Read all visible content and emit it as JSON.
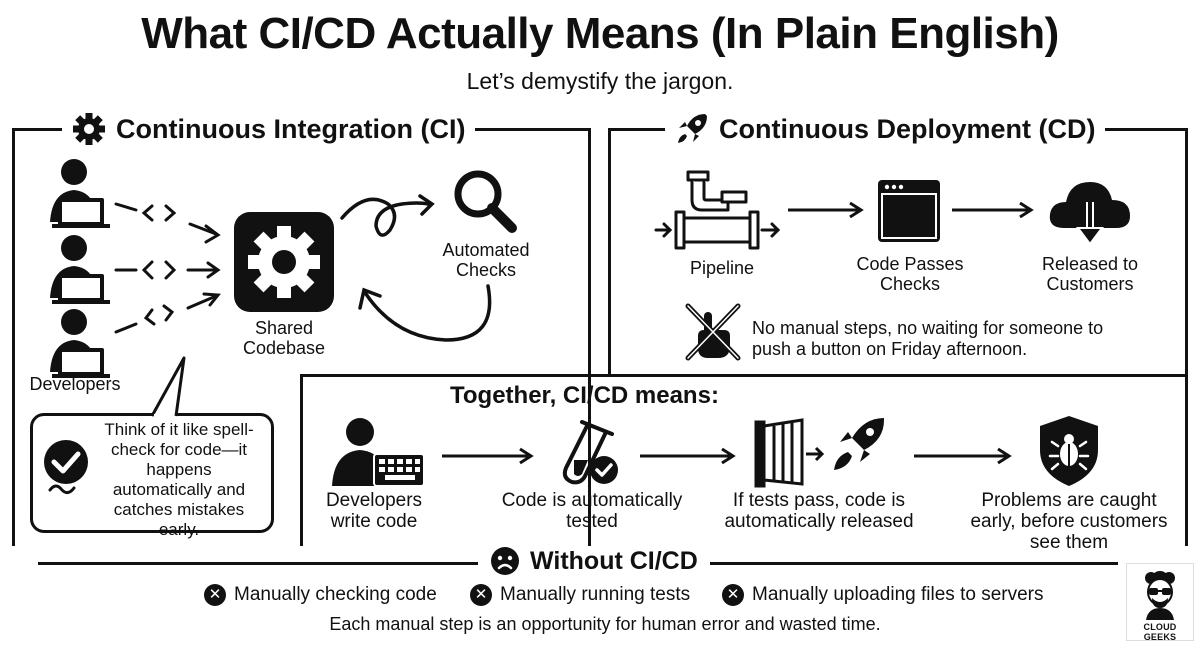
{
  "header": {
    "title": "What CI/CD Actually Means (In Plain English)",
    "subtitle": "Let’s demystify the jargon."
  },
  "ci": {
    "heading": "Continuous Integration (CI)",
    "developers_label": "Developers",
    "codebase_label": "Shared Codebase",
    "checks_label": "Automated Checks",
    "bubble_text": "Think of it like spell-check for code—it happens automatically and catches mistakes early."
  },
  "cd": {
    "heading": "Continuous Deployment (CD)",
    "steps": [
      {
        "label": "Pipeline",
        "icon": "pipe-icon"
      },
      {
        "label": "Code Passes Checks",
        "icon": "browser-window-icon"
      },
      {
        "label": "Released to Customers",
        "icon": "cloud-download-icon"
      }
    ],
    "no_manual_text": "No manual steps, no waiting for someone to push a button on Friday afternoon."
  },
  "together": {
    "heading": "Together, CI/CD means:",
    "steps": [
      {
        "label": "Developers write code",
        "icon": "developer-keyboard-icon"
      },
      {
        "label": "Code is automatically tested",
        "icon": "test-tube-check-icon"
      },
      {
        "label": "If tests pass, code is automatically released",
        "icon": "gate-rocket-icon"
      },
      {
        "label": "Problems are caught early, before customers see them",
        "icon": "shield-bug-icon"
      }
    ]
  },
  "without": {
    "heading": "Without CI/CD",
    "items": [
      "Manually checking code",
      "Manually running tests",
      "Manually uploading files to servers"
    ],
    "footer": "Each manual step is an opportunity for human error and wasted time."
  },
  "logo": {
    "text": "CLOUD GEEKS"
  }
}
